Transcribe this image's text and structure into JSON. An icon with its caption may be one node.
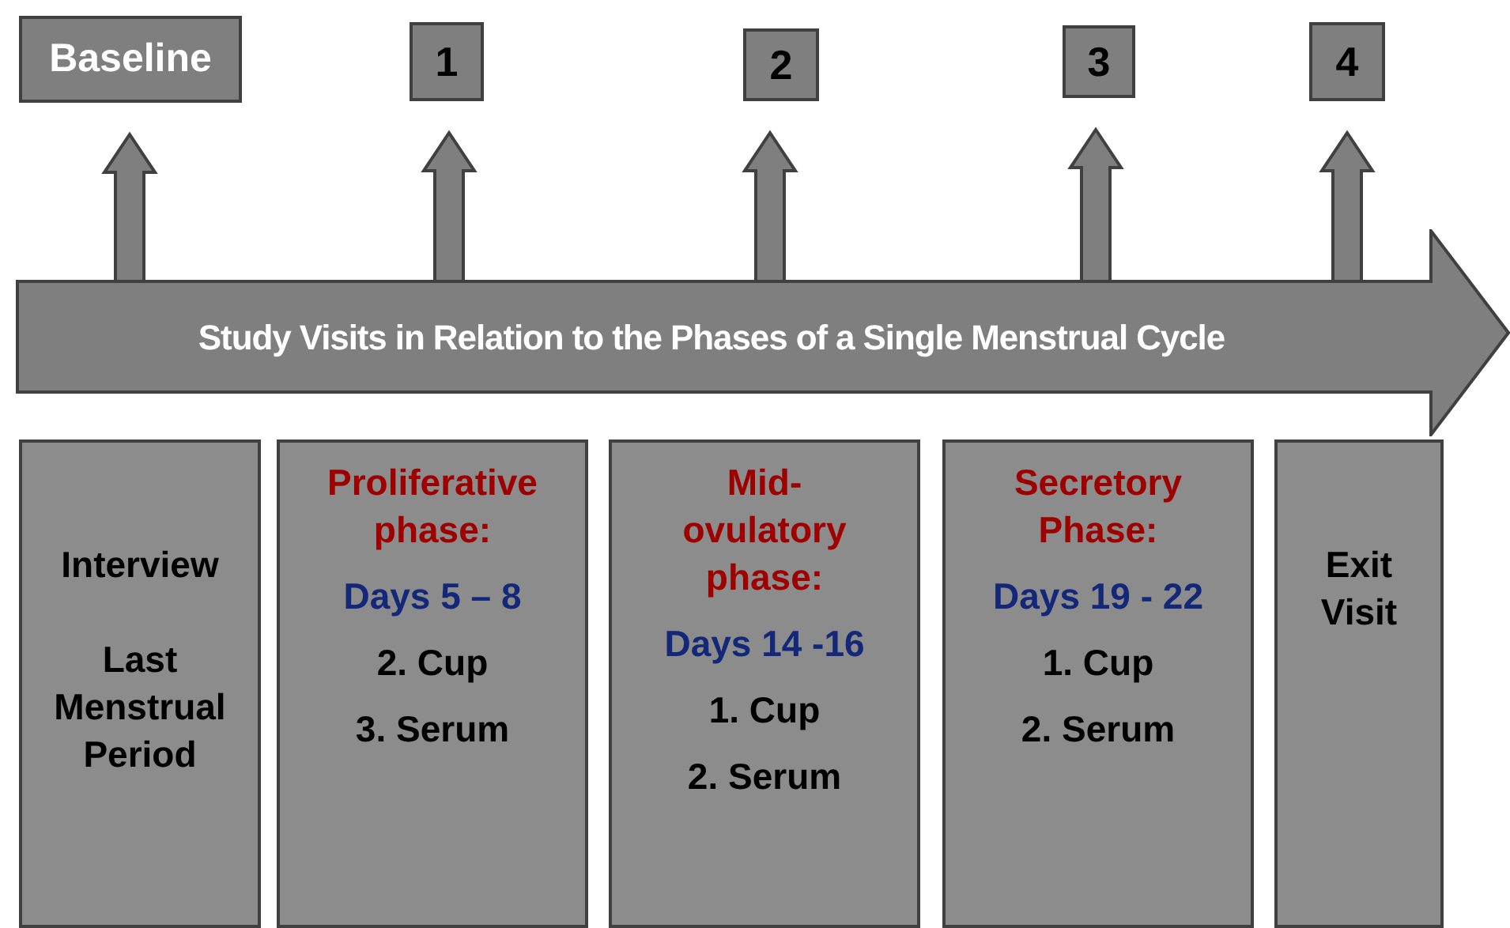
{
  "diagram": {
    "nodes": [
      {
        "text": [
          "Baseline"
        ]
      },
      {
        "text": [
          "1"
        ]
      },
      {
        "text": [
          "2"
        ]
      },
      {
        "text": [
          "3"
        ]
      },
      {
        "text": [
          "4"
        ]
      },
      {
        "text": [
          "Study Visits in Relation to the Phases of a Single Menstrual Cycle"
        ]
      },
      {
        "text": [
          "Interview",
          "Last Menstrual Period"
        ]
      },
      {
        "text": [
          "Proliferative phase:",
          "Days 5 – 8",
          "2. Cup",
          "3. Serum"
        ]
      },
      {
        "text": [
          "Mid-ovulatory phase:",
          "Days 14 -16",
          "1. Cup",
          "2. Serum"
        ]
      },
      {
        "text": [
          "Secretory Phase:",
          "Days 19 - 22",
          "1. Cup",
          "2. Serum"
        ]
      },
      {
        "text": [
          "Exit Visit"
        ]
      }
    ],
    "edges": [
      {
        "from": 5,
        "to": 0,
        "arrow": "to",
        "style": "thick"
      },
      {
        "from": 5,
        "to": 1,
        "arrow": "to",
        "style": "thick"
      },
      {
        "from": 5,
        "to": 2,
        "arrow": "to",
        "style": "thick"
      },
      {
        "from": 5,
        "to": 3,
        "arrow": "to",
        "style": "thick"
      },
      {
        "from": 5,
        "to": 4,
        "arrow": "to",
        "style": "thick"
      }
    ]
  }
}
